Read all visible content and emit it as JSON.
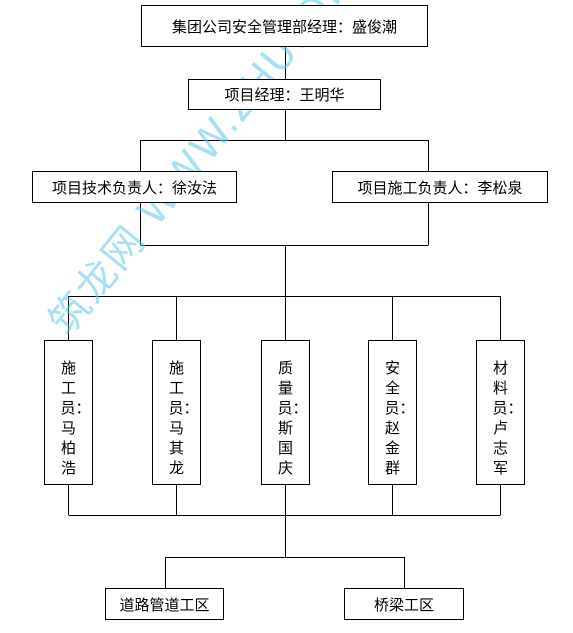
{
  "chart": {
    "top": "集团公司安全管理部经理：盛俊潮",
    "manager": "项目经理：王明华",
    "tech_lead": "项目技术负责人：徐汝法",
    "construction_lead": "项目施工负责人：李松泉",
    "staff": [
      "施工员：马柏浩",
      "施工员：马其龙",
      "质量员：斯国庆",
      "安全员：赵金群",
      "材料员：卢志军"
    ],
    "work_area_1": "道路管道工区",
    "work_area_2": "桥梁工区"
  },
  "watermark": "筑龙网 WWW.ZHULONG.COM"
}
